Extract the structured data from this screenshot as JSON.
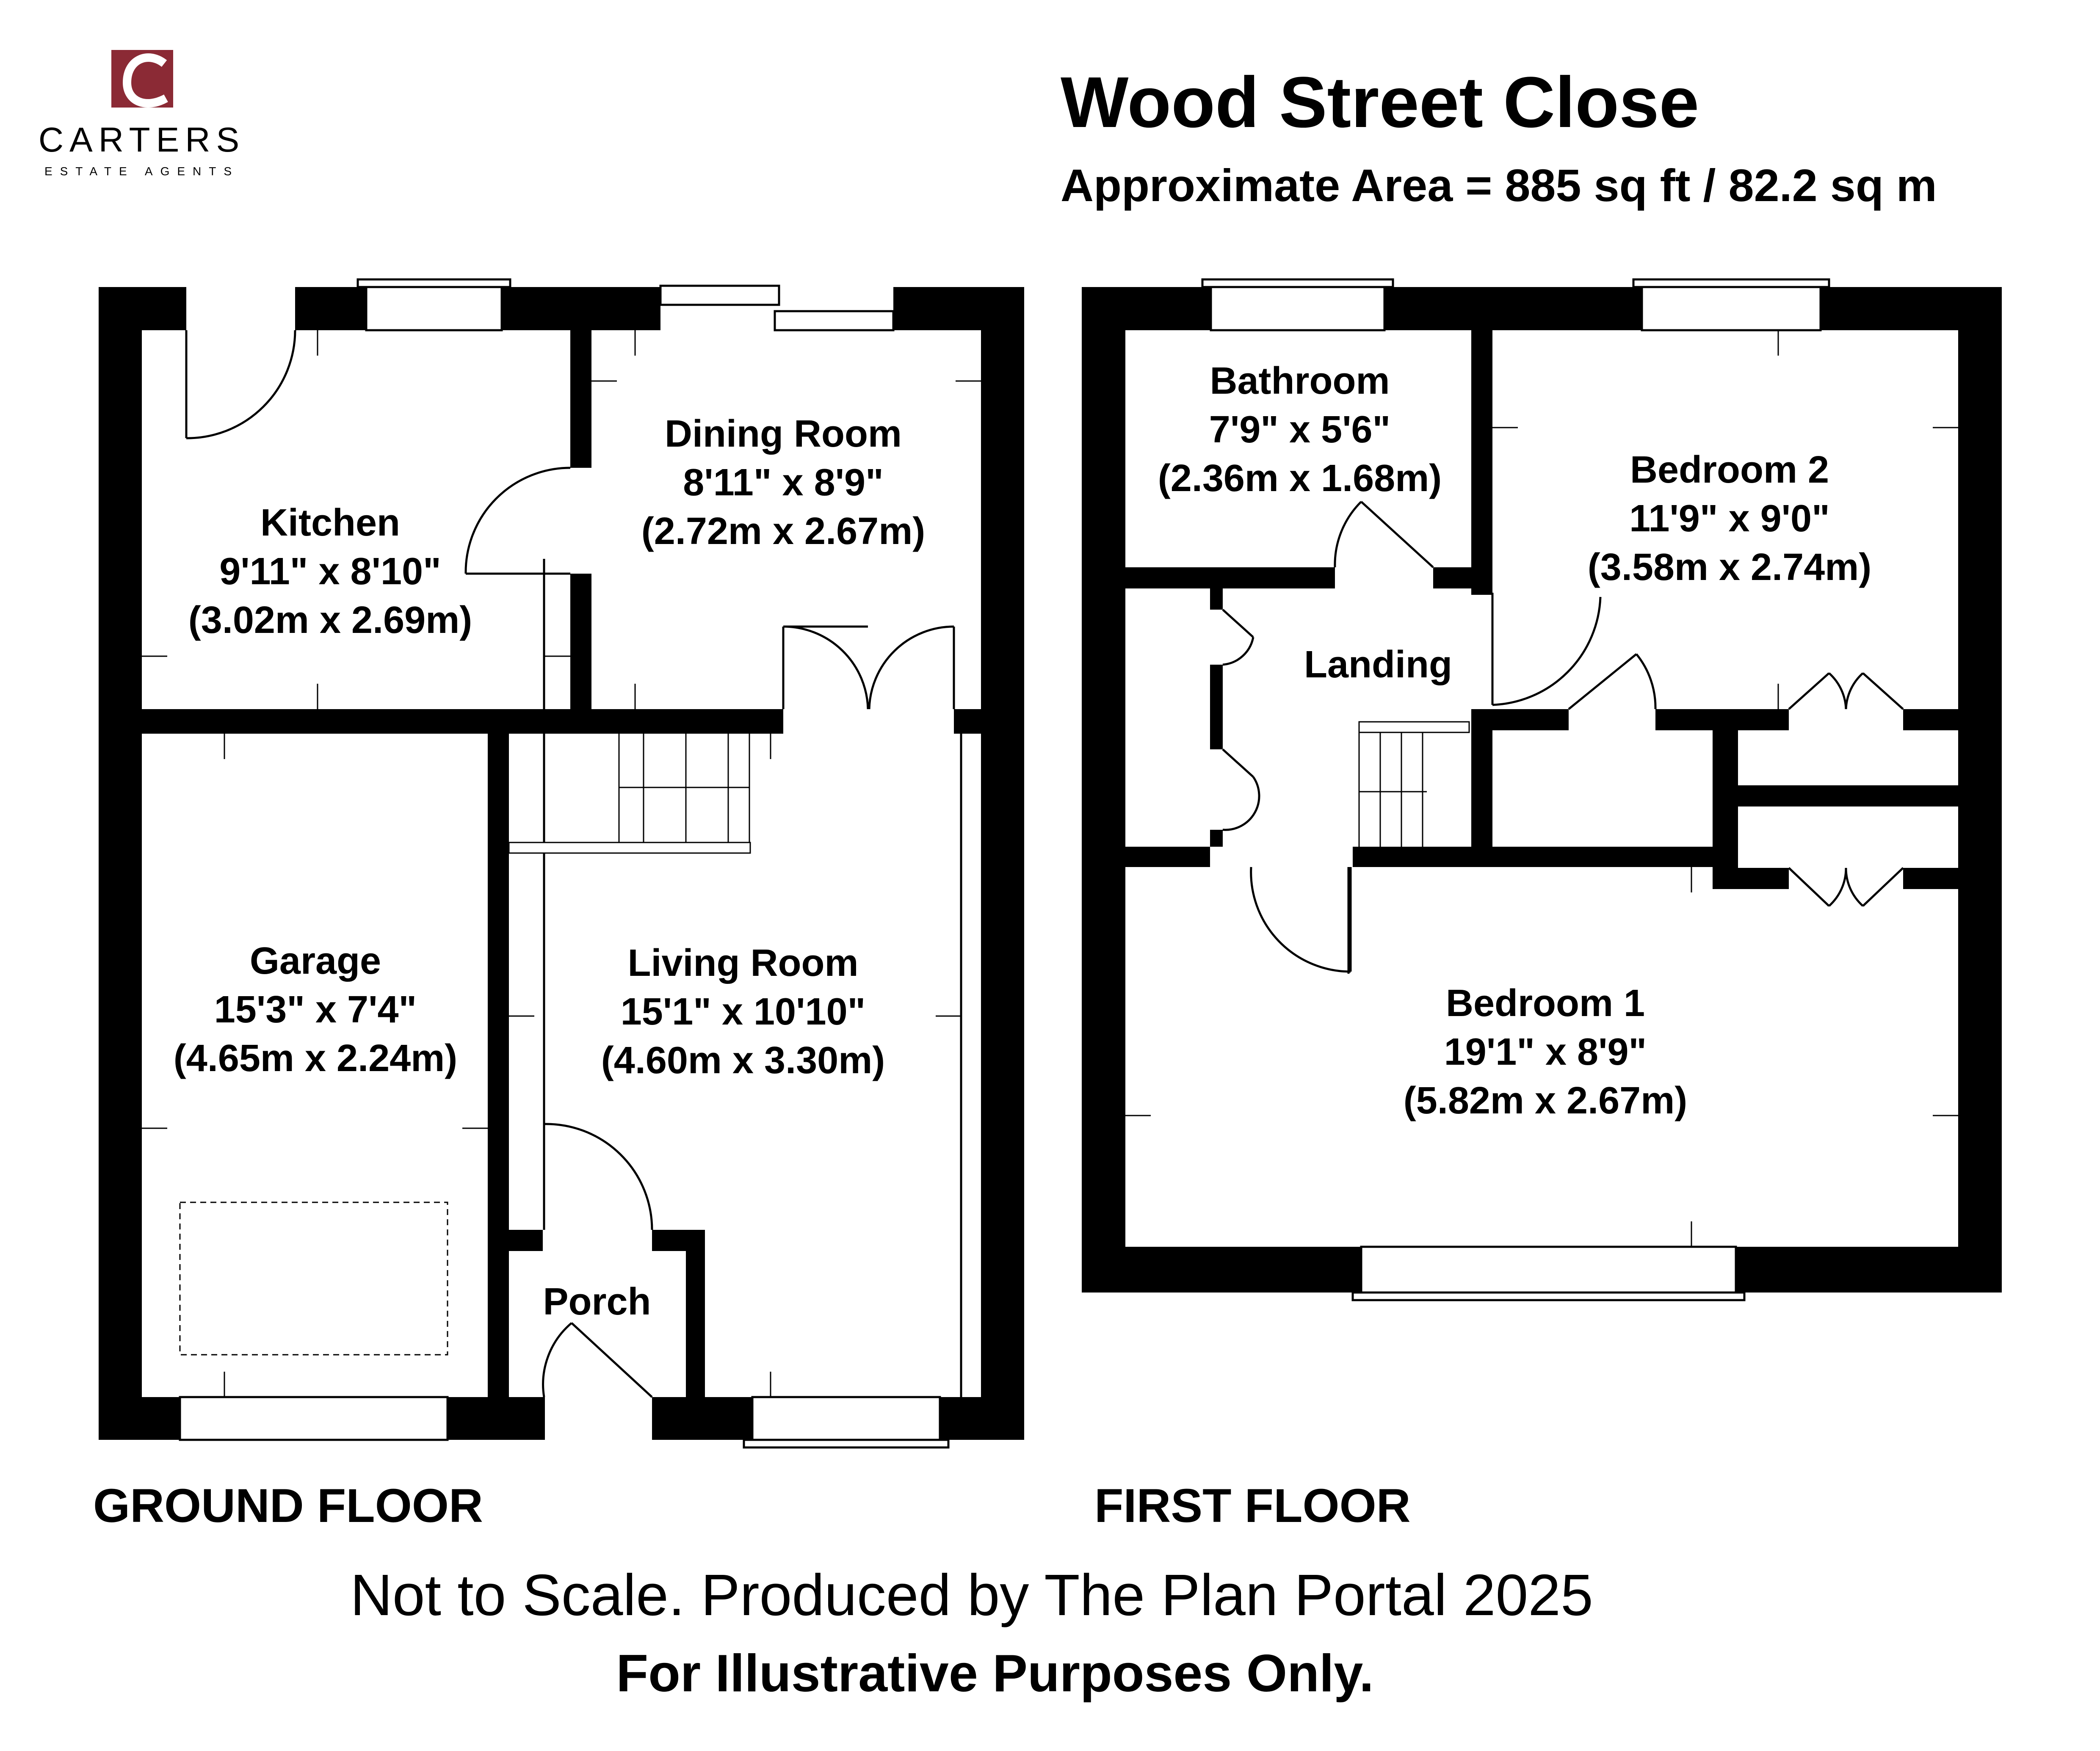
{
  "brand": {
    "name": "CARTERS",
    "tagline": "ESTATE AGENTS",
    "monogram": "C",
    "logo_color": "#8b2a35",
    "text_color": "#9e3a40",
    "tagline_color": "#b08a4a"
  },
  "header": {
    "title": "Wood Street Close",
    "area": "Approximate Area = 885 sq ft / 82.2 sq m"
  },
  "rooms": {
    "kitchen": {
      "name": "Kitchen",
      "imperial": "9'11\" x 8'10\"",
      "metric": "(3.02m x 2.69m)"
    },
    "dining": {
      "name": "Dining Room",
      "imperial": "8'11\" x 8'9\"",
      "metric": "(2.72m x 2.67m)"
    },
    "garage": {
      "name": "Garage",
      "imperial": "15'3\" x 7'4\"",
      "metric": "(4.65m x 2.24m)"
    },
    "living": {
      "name": "Living Room",
      "imperial": "15'1\" x 10'10\"",
      "metric": "(4.60m x 3.30m)"
    },
    "porch": {
      "name": "Porch"
    },
    "bathroom": {
      "name": "Bathroom",
      "imperial": "7'9\" x 5'6\"",
      "metric": "(2.36m x 1.68m)"
    },
    "bedroom2": {
      "name": "Bedroom 2",
      "imperial": "11'9\" x 9'0\"",
      "metric": "(3.58m x 2.74m)"
    },
    "landing": {
      "name": "Landing"
    },
    "bedroom1": {
      "name": "Bedroom 1",
      "imperial": "19'1\" x 8'9\"",
      "metric": "(5.82m x 2.67m)"
    }
  },
  "floors": {
    "ground": "GROUND FLOOR",
    "first": "FIRST FLOOR"
  },
  "footer": {
    "disclaimer": "Not to Scale. Produced by The Plan Portal 2025",
    "note": "For Illustrative Purposes Only."
  }
}
